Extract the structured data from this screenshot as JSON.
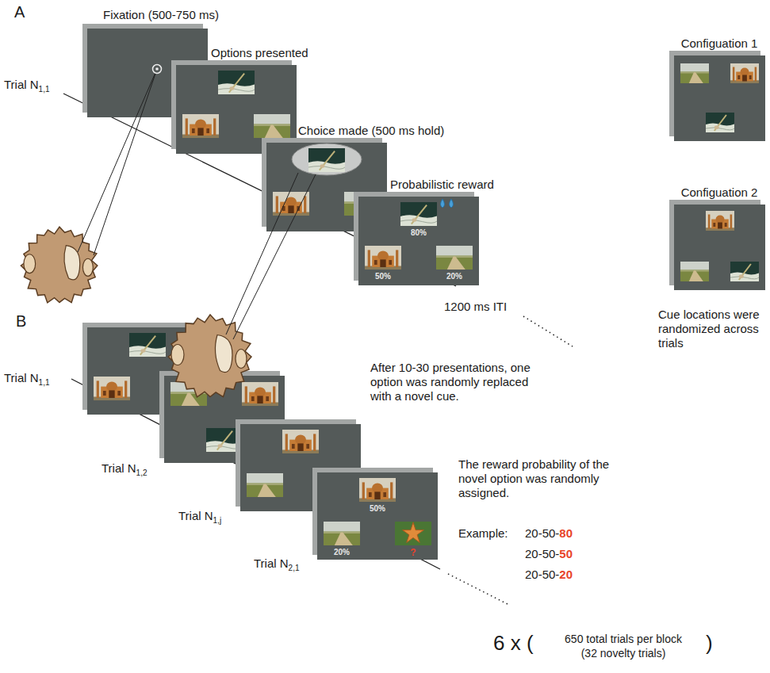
{
  "diagram": {
    "nodes": [
      {
        "text": [
          "Fixation (500-750 ms)"
        ]
      },
      {
        "text": [
          "Options presented"
        ]
      },
      {
        "text": [
          "Choice made (500 ms hold)"
        ]
      },
      {
        "text": [
          "Probabilistic reward",
          "80%",
          "50%",
          "20%"
        ]
      },
      {
        "text": [
          "Configuation 1"
        ]
      },
      {
        "text": [
          "Configuation 2"
        ]
      },
      {
        "text": [
          "50%",
          "20%",
          "?"
        ]
      }
    ],
    "labels": [
      "A",
      "Trial N",
      "1,1",
      "1200 ms ITI",
      "Cue locations were randomized across trials",
      "B",
      "Trial N",
      "1,1",
      "Trial N",
      "1,2",
      "Trial N",
      "1,j",
      "Trial N",
      "2,1",
      "After 10-30 presentations, one option was randomly replaced with a novel cue.",
      "The reward probability of the novel option was randomly assigned.",
      "Example:",
      "20-50-",
      "80",
      "20-50-",
      "50",
      "20-50-",
      "20",
      "6 x (",
      "650 total trials per block",
      "(32 novelty trials)",
      ")"
    ]
  }
}
